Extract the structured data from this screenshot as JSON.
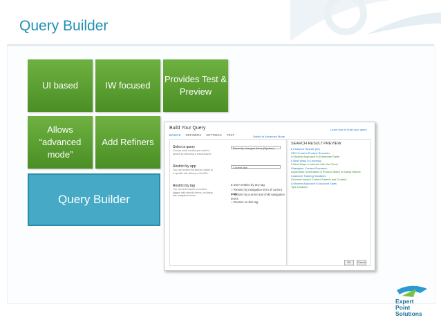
{
  "page": {
    "title": "Query Builder"
  },
  "tiles": {
    "ui_based": "UI based",
    "iw_focused": "IW focused",
    "preview": "Provides Test & Preview",
    "advanced": "Allows “advanced mode”",
    "refiners": "Add Refiners",
    "query_builder": "Query Builder"
  },
  "screenshot": {
    "title": "Build Your Query",
    "tabs": [
      "BASICS",
      "REFINERS",
      "SETTINGS",
      "TEST"
    ],
    "switch_link": "Switch to Advanced Mode",
    "help_link": "Learn how to build your query",
    "select_query_label": "Select a query",
    "select_query_help": "Choose what content you want to search by selecting a result source.",
    "select_query_value": "Recently changed items (System)",
    "restrict_app_label": "Restrict by app",
    "restrict_app_help": "You can restrict the search results to a specific site, library or list URL.",
    "restrict_app_value": "Current site",
    "restrict_tag_label": "Restrict by tag",
    "restrict_tag_help": "You can limit results to content tagged with specific terms, including site navigation terms.",
    "tag_options": [
      "Don't restrict by any tag",
      "Restrict by navigation term of current page",
      "Restrict by current and child navigation terms",
      "Restrict on this tag"
    ],
    "preview_header": "SEARCH RESULT PREVIEW",
    "preview_lines": [
      "▸ Featured Results (20)",
      "SEO Content Product Recorder",
      "A Modern Approach to Enterprise Sales",
      "5 Best Ways to Learning",
      "5 Best Ways to Interact with the Cloud",
      "Strategies: Content Research",
      "Automated Generation of Product Sales in Sandy Waves",
      "Customer Training Solutions",
      "Outreach-based Content Search and Contact",
      "A Modern Approach to Account Sales",
      "Tips & Basics"
    ],
    "ok_label": "OK",
    "cancel_label": "Cancel"
  },
  "logo": {
    "line1": "Expert",
    "line2": "Point",
    "line3": "Solutions"
  },
  "colors": {
    "title": "#1f8fb3",
    "tile_green": "#5a9e30",
    "tile_blue": "#46aac6",
    "logo": "#1f6f95"
  }
}
